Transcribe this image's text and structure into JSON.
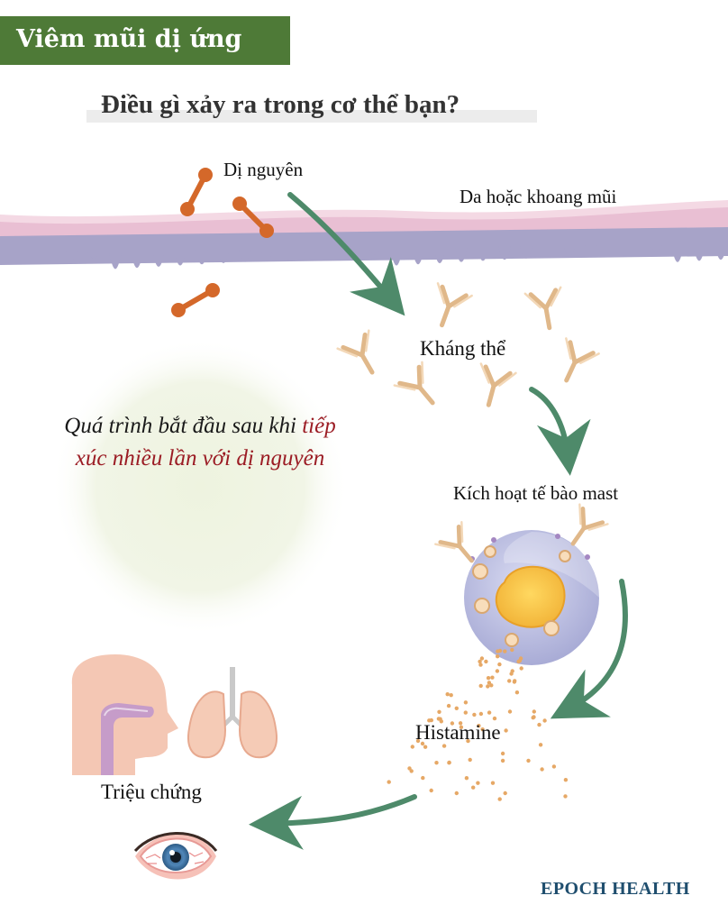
{
  "header": {
    "title": "Viêm mũi dị ứng"
  },
  "subtitle": "Điều gì xảy ra trong cơ thể bạn?",
  "labels": {
    "allergen": "Dị nguyên",
    "skin": "Da hoặc khoang mũi",
    "antibody": "Kháng thể",
    "mast_cell": "Kích hoạt tế bào mast",
    "histamine": "Histamine",
    "symptoms": "Triệu chứng"
  },
  "note": {
    "part1": "Quá trình bắt đầu sau khi ",
    "highlight": "tiếp xúc nhiều lần với dị nguyên"
  },
  "brand": "EPOCH HEALTH",
  "colors": {
    "header_bg": "#4e7a37",
    "arrow": "#4e8a6a",
    "allergen": "#d4682a",
    "antibody": "#e0b88a",
    "highlight_text": "#9b1c24",
    "brand": "#1f4e6e"
  },
  "icons": [
    "allergen-molecule-icon",
    "antibody-icon",
    "mast-cell-icon",
    "histamine-dots-icon",
    "head-profile-icon",
    "lungs-icon",
    "eye-icon",
    "flow-arrow-icon"
  ]
}
